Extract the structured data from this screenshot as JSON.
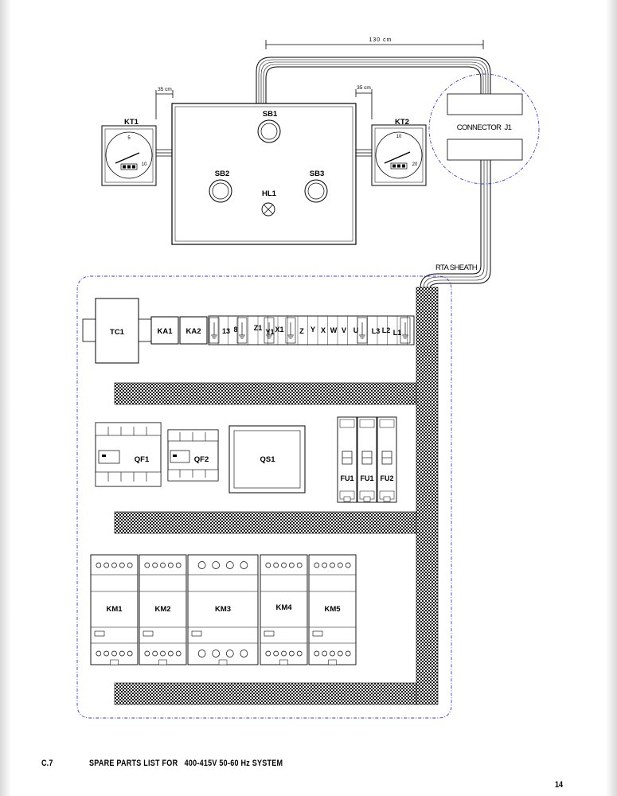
{
  "dimensions": {
    "cable_top": "130 cm",
    "cable_left": "35 cm",
    "cable_right": "35 cm"
  },
  "door": {
    "timer_left": {
      "label": "KT1",
      "scale": [
        "5",
        "10"
      ]
    },
    "timer_right": {
      "label": "KT2",
      "scale": [
        "10",
        "20"
      ]
    },
    "buttons": {
      "sb1": "SB1",
      "sb2": "SB2",
      "sb3": "SB3"
    },
    "lamp": "HL1",
    "connector": "CONNECTOR  J1",
    "sheath": "RTA SHEATH"
  },
  "panel": {
    "transformer": "TC1",
    "relays": [
      "KA1",
      "KA2"
    ],
    "terminals": [
      "13",
      "8",
      "Z1",
      "Y1",
      "X1",
      "Z",
      "Y",
      "X",
      "W",
      "V",
      "U",
      "L3",
      "L2",
      "L1"
    ],
    "breakers": [
      "QF1",
      "QF2"
    ],
    "switch": "QS1",
    "fuses": [
      "FU1",
      "FU1",
      "FU2"
    ],
    "contactors": [
      "KM1",
      "KM2",
      "KM3",
      "KM4",
      "KM5"
    ]
  },
  "footer": {
    "section": "C.7",
    "title": "SPARE PARTS LIST FOR   400-415V 50-60 Hz SYSTEM",
    "page": "14"
  }
}
